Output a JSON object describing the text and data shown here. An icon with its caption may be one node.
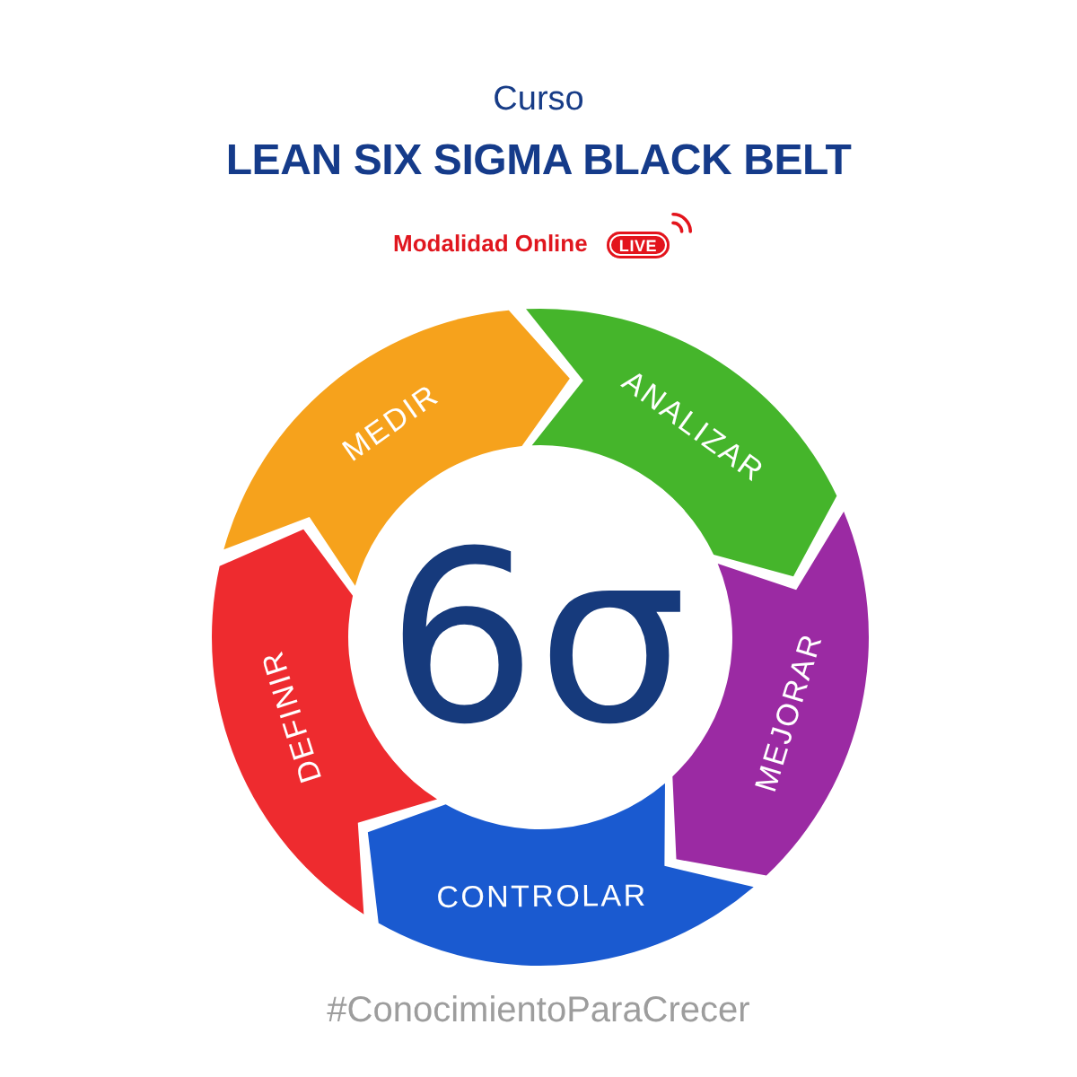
{
  "diagram": {
    "title": "LEAN SIX SIGMA BLACK BELT",
    "nodes": [
      {
        "text": [
          "LIVE"
        ]
      },
      {
        "text": [
          "DEFINIR"
        ]
      },
      {
        "text": [
          "MEDIR"
        ]
      },
      {
        "text": [
          "ANALIZAR"
        ]
      },
      {
        "text": [
          "MEJORAR"
        ]
      },
      {
        "text": [
          "CONTROLAR"
        ]
      }
    ],
    "labels": [
      "Curso",
      "Modalidad Online",
      "6σ",
      "#ConocimientoParaCrecer"
    ]
  }
}
